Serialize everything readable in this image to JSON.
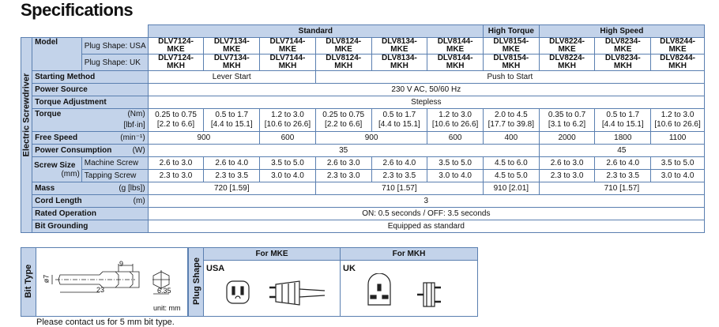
{
  "title": "Specifications",
  "side_label": "Electric Screwdriver",
  "groups": {
    "standard": "Standard",
    "high_torque": "High Torque",
    "high_speed": "High Speed"
  },
  "model": {
    "label": "Model",
    "usa_label": "Plug Shape: USA",
    "uk_label": "Plug Shape: UK",
    "usa": [
      "DLV7124-\nMKE",
      "DLV7134-\nMKE",
      "DLV7144-\nMKE",
      "DLV8124-\nMKE",
      "DLV8134-\nMKE",
      "DLV8144-\nMKE",
      "DLV8154-\nMKE",
      "DLV8224-\nMKE",
      "DLV8234-\nMKE",
      "DLV8244-\nMKE"
    ],
    "uk": [
      "DLV7124-\nMKH",
      "DLV7134-\nMKH",
      "DLV7144-\nMKH",
      "DLV8124-\nMKH",
      "DLV8134-\nMKH",
      "DLV8144-\nMKH",
      "DLV8154-\nMKH",
      "DLV8224-\nMKH",
      "DLV8234-\nMKH",
      "DLV8244-\nMKH"
    ]
  },
  "rows": {
    "starting_method": {
      "label": "Starting Method",
      "lever": "Lever Start",
      "push": "Push to Start"
    },
    "power_source": {
      "label": "Power Source",
      "value": "230 V AC, 50/60 Hz"
    },
    "torque_adjustment": {
      "label": "Torque Adjustment",
      "value": "Stepless"
    },
    "torque": {
      "label": "Torque",
      "unit1": "(Nm)",
      "unit2": "[lbf·in]",
      "values": [
        "0.25 to 0.75\n[2.2 to 6.6]",
        "0.5 to 1.7\n[4.4 to 15.1]",
        "1.2 to 3.0\n[10.6 to 26.6]",
        "0.25 to 0.75\n[2.2 to 6.6]",
        "0.5 to 1.7\n[4.4 to 15.1]",
        "1.2 to 3.0\n[10.6 to 26.6]",
        "2.0 to 4.5\n[17.7 to 39.8]",
        "0.35 to 0.7\n[3.1 to 6.2]",
        "0.5 to 1.7\n[4.4 to 15.1]",
        "1.2 to 3.0\n[10.6 to 26.6]"
      ]
    },
    "free_speed": {
      "label": "Free Speed",
      "unit": "(min⁻¹)",
      "v1": "900",
      "v2": "600",
      "v3": "900",
      "v4": "600",
      "v5": "400",
      "v6": "2000",
      "v7": "1800",
      "v8": "1100"
    },
    "power_consumption": {
      "label": "Power Consumption",
      "unit": "(W)",
      "v1": "35",
      "v2": "45"
    },
    "screw_size": {
      "label": "Screw Size",
      "unit": "(mm)",
      "machine_label": "Machine Screw",
      "tapping_label": "Tapping Screw",
      "machine": [
        "2.6 to 3.0",
        "2.6 to 4.0",
        "3.5 to 5.0",
        "2.6 to 3.0",
        "2.6 to 4.0",
        "3.5 to 5.0",
        "4.5 to 6.0",
        "2.6 to 3.0",
        "2.6 to 4.0",
        "3.5 to 5.0"
      ],
      "tapping": [
        "2.3 to 3.0",
        "2.3 to 3.5",
        "3.0 to 4.0",
        "2.3 to 3.0",
        "2.3 to 3.5",
        "3.0 to 4.0",
        "4.5 to 5.0",
        "2.3 to 3.0",
        "2.3 to 3.5",
        "3.0 to 4.0"
      ]
    },
    "mass": {
      "label": "Mass",
      "unit": "(g [lbs])",
      "v1": "720 [1.59]",
      "v2": "710 [1.57]",
      "v3": "910 [2.01]",
      "v4": "710 [1.57]"
    },
    "cord_length": {
      "label": "Cord Length",
      "unit": "(m)",
      "value": "3"
    },
    "rated_operation": {
      "label": "Rated Operation",
      "value": "ON: 0.5 seconds / OFF: 3.5 seconds"
    },
    "bit_grounding": {
      "label": "Bit Grounding",
      "value": "Equipped as standard"
    }
  },
  "bit_type": {
    "label": "Bit Type",
    "dim_9": "9",
    "dim_7": "ø7",
    "dim_23": "23",
    "dim_635": "6.35",
    "unit_note": "unit: mm"
  },
  "plug_shape": {
    "label": "Plug Shape",
    "for_mke": "For MKE",
    "for_mkh": "For MKH",
    "usa": "USA",
    "uk": "UK"
  },
  "footnote": "Please contact us for 5 mm bit type."
}
